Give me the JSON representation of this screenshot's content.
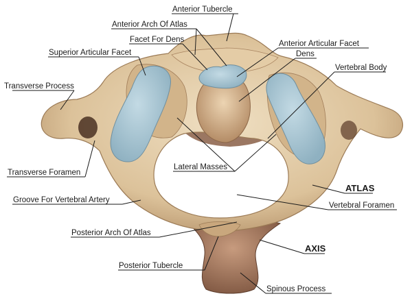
{
  "colors": {
    "bone_light": "#e9d6b4",
    "bone_mid": "#d8bc92",
    "bone_dark": "#a98460",
    "bone_shadow": "#6e4a35",
    "cartilage": "#a9c6d3",
    "cartilage_dark": "#7f9fae",
    "line": "#1a1a1a"
  },
  "labels": {
    "anterior_tubercle": "Anterior Tubercle",
    "anterior_arch": "Anterior Arch Of Atlas",
    "facet_for_dens": "Facet For Dens",
    "anterior_articular_facet": "Anterior Articular Facet",
    "superior_articular_facet": "Superior Articular Facet",
    "dens": "Dens",
    "vertebral_body": "Vertebral Body",
    "transverse_process": "Transverse Process",
    "transverse_foramen": "Transverse Foramen",
    "lateral_masses": "Lateral Masses",
    "atlas": "ATLAS",
    "vertebral_foramen": "Vertebral Foramen",
    "groove_vertebral_artery": "Groove For Vertebral Artery",
    "posterior_arch": "Posterior Arch Of Atlas",
    "axis": "AXIS",
    "posterior_tubercle": "Posterior Tubercle",
    "spinous_process": "Spinous Process"
  }
}
